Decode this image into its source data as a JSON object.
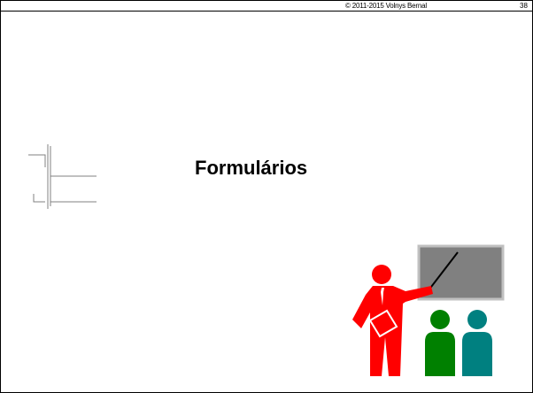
{
  "header": {
    "copyright": "© 2011-2015 Volnys Bernal",
    "page_number": "38"
  },
  "slide": {
    "title": "Formulários"
  },
  "icons": {
    "corner_decoration": "bracket-line-decoration",
    "clipart": "teacher-presenting-icon"
  },
  "colors": {
    "teacher": "#ff0000",
    "board": "#808080",
    "student_left": "#008000",
    "student_right": "#008080"
  }
}
